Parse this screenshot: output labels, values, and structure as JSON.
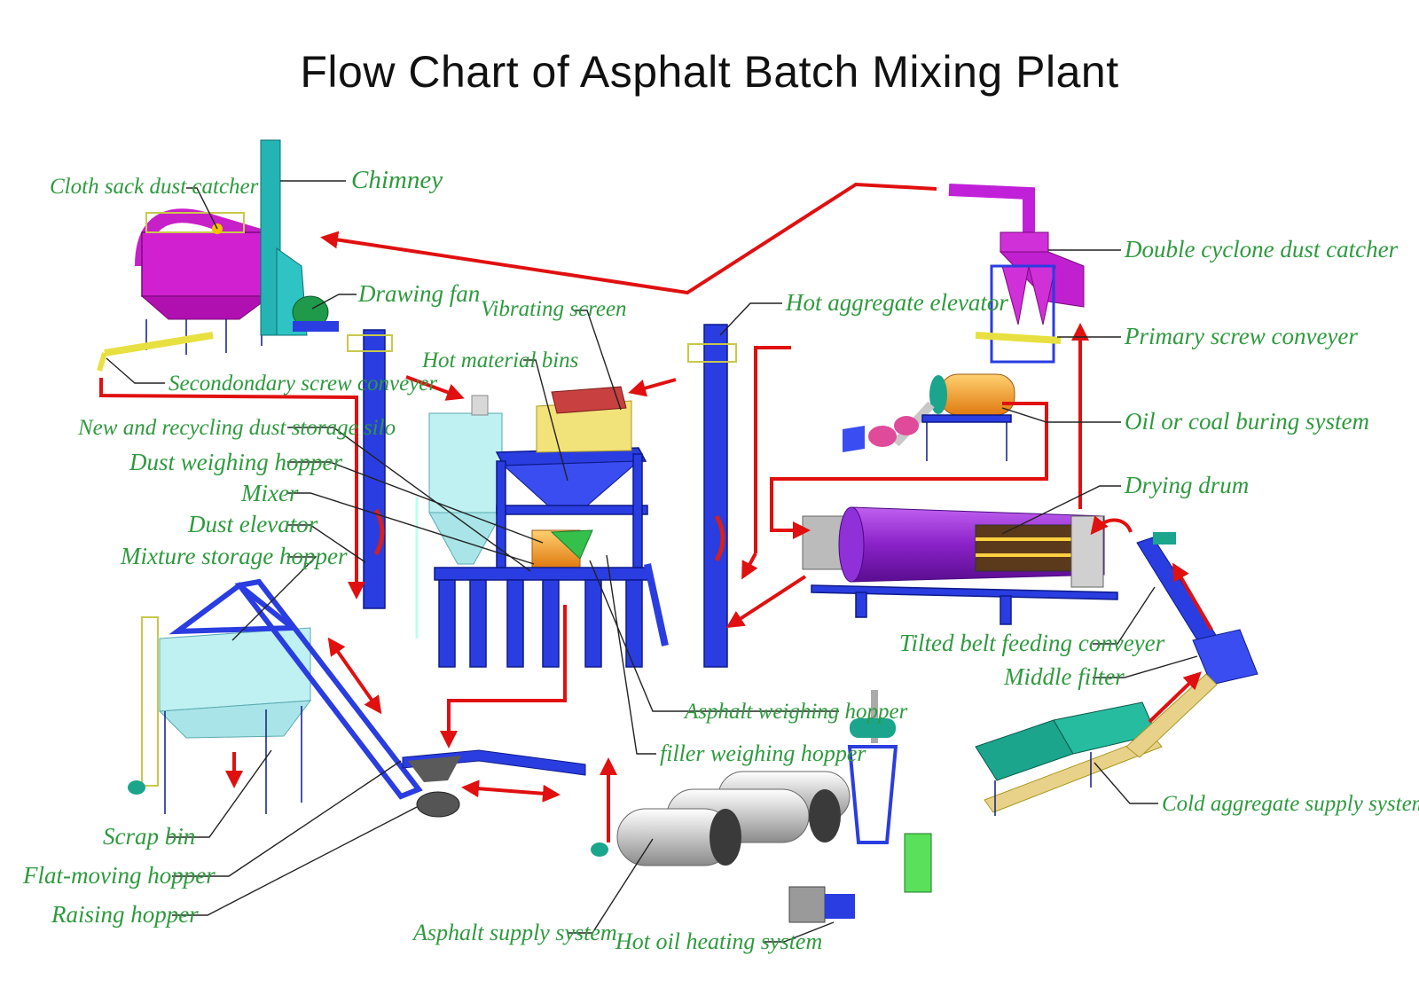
{
  "title": "Flow Chart of Asphalt Batch Mixing Plant",
  "labels": {
    "cloth_sack": "Cloth sack dust catcher",
    "chimney": "Chimney",
    "drawing_fan": "Drawing fan",
    "secondary_screw": "Secondondary screw conveyer",
    "vibrating_screen": "Vibrating screen",
    "hot_material_bins": "Hot material bins",
    "hot_aggregate_elevator": "Hot aggregate elevator",
    "double_cyclone": "Double cyclone dust catcher",
    "primary_screw": "Primary screw conveyer",
    "oil_coal": "Oil or coal buring system",
    "drying_drum": "Drying drum",
    "new_recycling_silo": "New and recycling dust storage silo",
    "dust_weighing": "Dust weighing hopper",
    "mixer": "Mixer",
    "dust_elevator": "Dust elevator",
    "mixture_storage": "Mixture storage hopper",
    "tilted_belt": "Tilted belt feeding conveyer",
    "middle_filter": "Middle filter",
    "asphalt_weighing": "Asphalt weighing hopper",
    "filler_weighing": "filler weighing hopper",
    "cold_aggregate": "Cold aggregate supply system",
    "scrap_bin": "Scrap bin",
    "flat_moving": "Flat-moving hopper",
    "raising_hopper": "Raising hopper",
    "asphalt_supply": "Asphalt supply system",
    "hot_oil": "Hot oil heating system"
  },
  "colors": {
    "label_green": "#2e9a3e",
    "flow_red": "#e01010",
    "steel_blue": "#2a3de0",
    "magenta": "#d020d0",
    "purple": "#8a22c8",
    "cyan": "#22b8b8",
    "light_cyan": "#bff0f2",
    "yellow": "#f2e27a",
    "orange": "#f08a1a",
    "green": "#34c04a",
    "teal": "#1aa58c",
    "silver": "#c8c8c8"
  }
}
